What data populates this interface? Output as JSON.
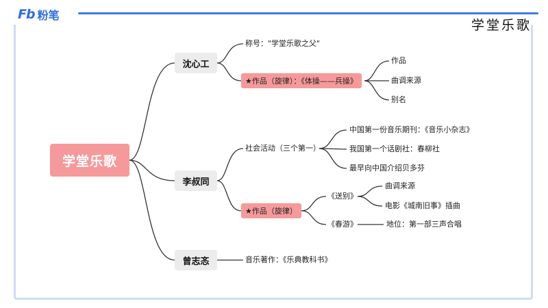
{
  "brand": {
    "mark": "Fb",
    "name": "粉笔"
  },
  "title": "学堂乐歌",
  "root": "学堂乐歌",
  "shen": {
    "name": "沈心工",
    "nickname": "称号：\"学堂乐歌之父\"",
    "works": "★作品（旋律）：《体操——兵操》",
    "works_items": [
      "作品",
      "曲调来源",
      "别名"
    ]
  },
  "li": {
    "name": "李叔同",
    "social": "社会活动（三个第一）",
    "social_items": [
      "中国第一份音乐期刊：《音乐小杂志》",
      "我国第一个话剧社：春柳社",
      "最早向中国介绍贝多芬"
    ],
    "works": "★作品（旋律）",
    "songbie": "《送别》",
    "songbie_items": [
      "曲调来源",
      "电影《城南旧事》插曲"
    ],
    "chunyou": "《春游》",
    "chunyou_status": "地位：第一部三声合唱"
  },
  "zeng": {
    "name": "曾志忞",
    "work": "音乐著作：《乐典教科书》"
  }
}
